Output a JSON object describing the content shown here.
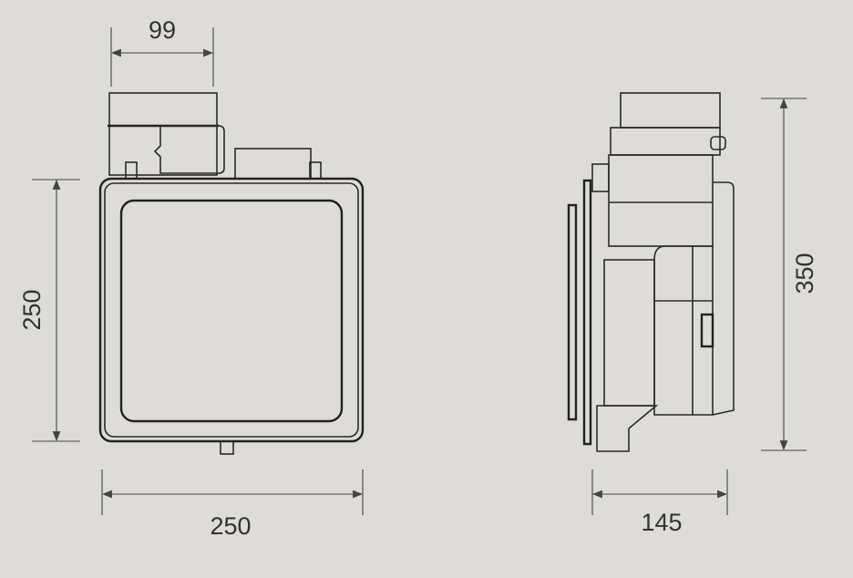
{
  "front_view": {
    "dim_top_duct": "99",
    "dim_height": "250",
    "dim_width": "250"
  },
  "side_view": {
    "dim_height": "350",
    "dim_depth": "145"
  },
  "colors": {
    "background": "#dddcd8",
    "line": "#2a2a2a"
  }
}
